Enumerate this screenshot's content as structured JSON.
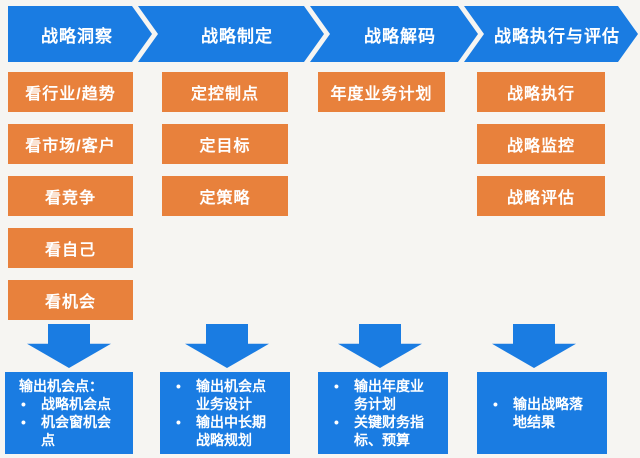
{
  "colors": {
    "blue": "#1a7ce2",
    "orange": "#e8813c",
    "background": "#f6f5f2",
    "text": "#ffffff"
  },
  "stages": [
    {
      "label": "战略洞察",
      "boxes": [
        "看行业/趋势",
        "看市场/客户",
        "看竞争",
        "看自己",
        "看机会"
      ],
      "output": {
        "title": "输出机会点：",
        "items": [
          "战略机会点",
          "机会窗机会点"
        ]
      }
    },
    {
      "label": "战略制定",
      "boxes": [
        "定控制点",
        "定目标",
        "定策略"
      ],
      "output": {
        "items": [
          "输出机会点业务设计",
          "输出中长期战略规划"
        ]
      }
    },
    {
      "label": "战略解码",
      "boxes": [
        "年度业务计划"
      ],
      "output": {
        "items": [
          "输出年度业务计划",
          "关键财务指标、预算"
        ]
      }
    },
    {
      "label": "战略执行与评估",
      "boxes": [
        "战略执行",
        "战略监控",
        "战略评估"
      ],
      "output": {
        "items": [
          "输出战略落地结果"
        ]
      }
    }
  ]
}
